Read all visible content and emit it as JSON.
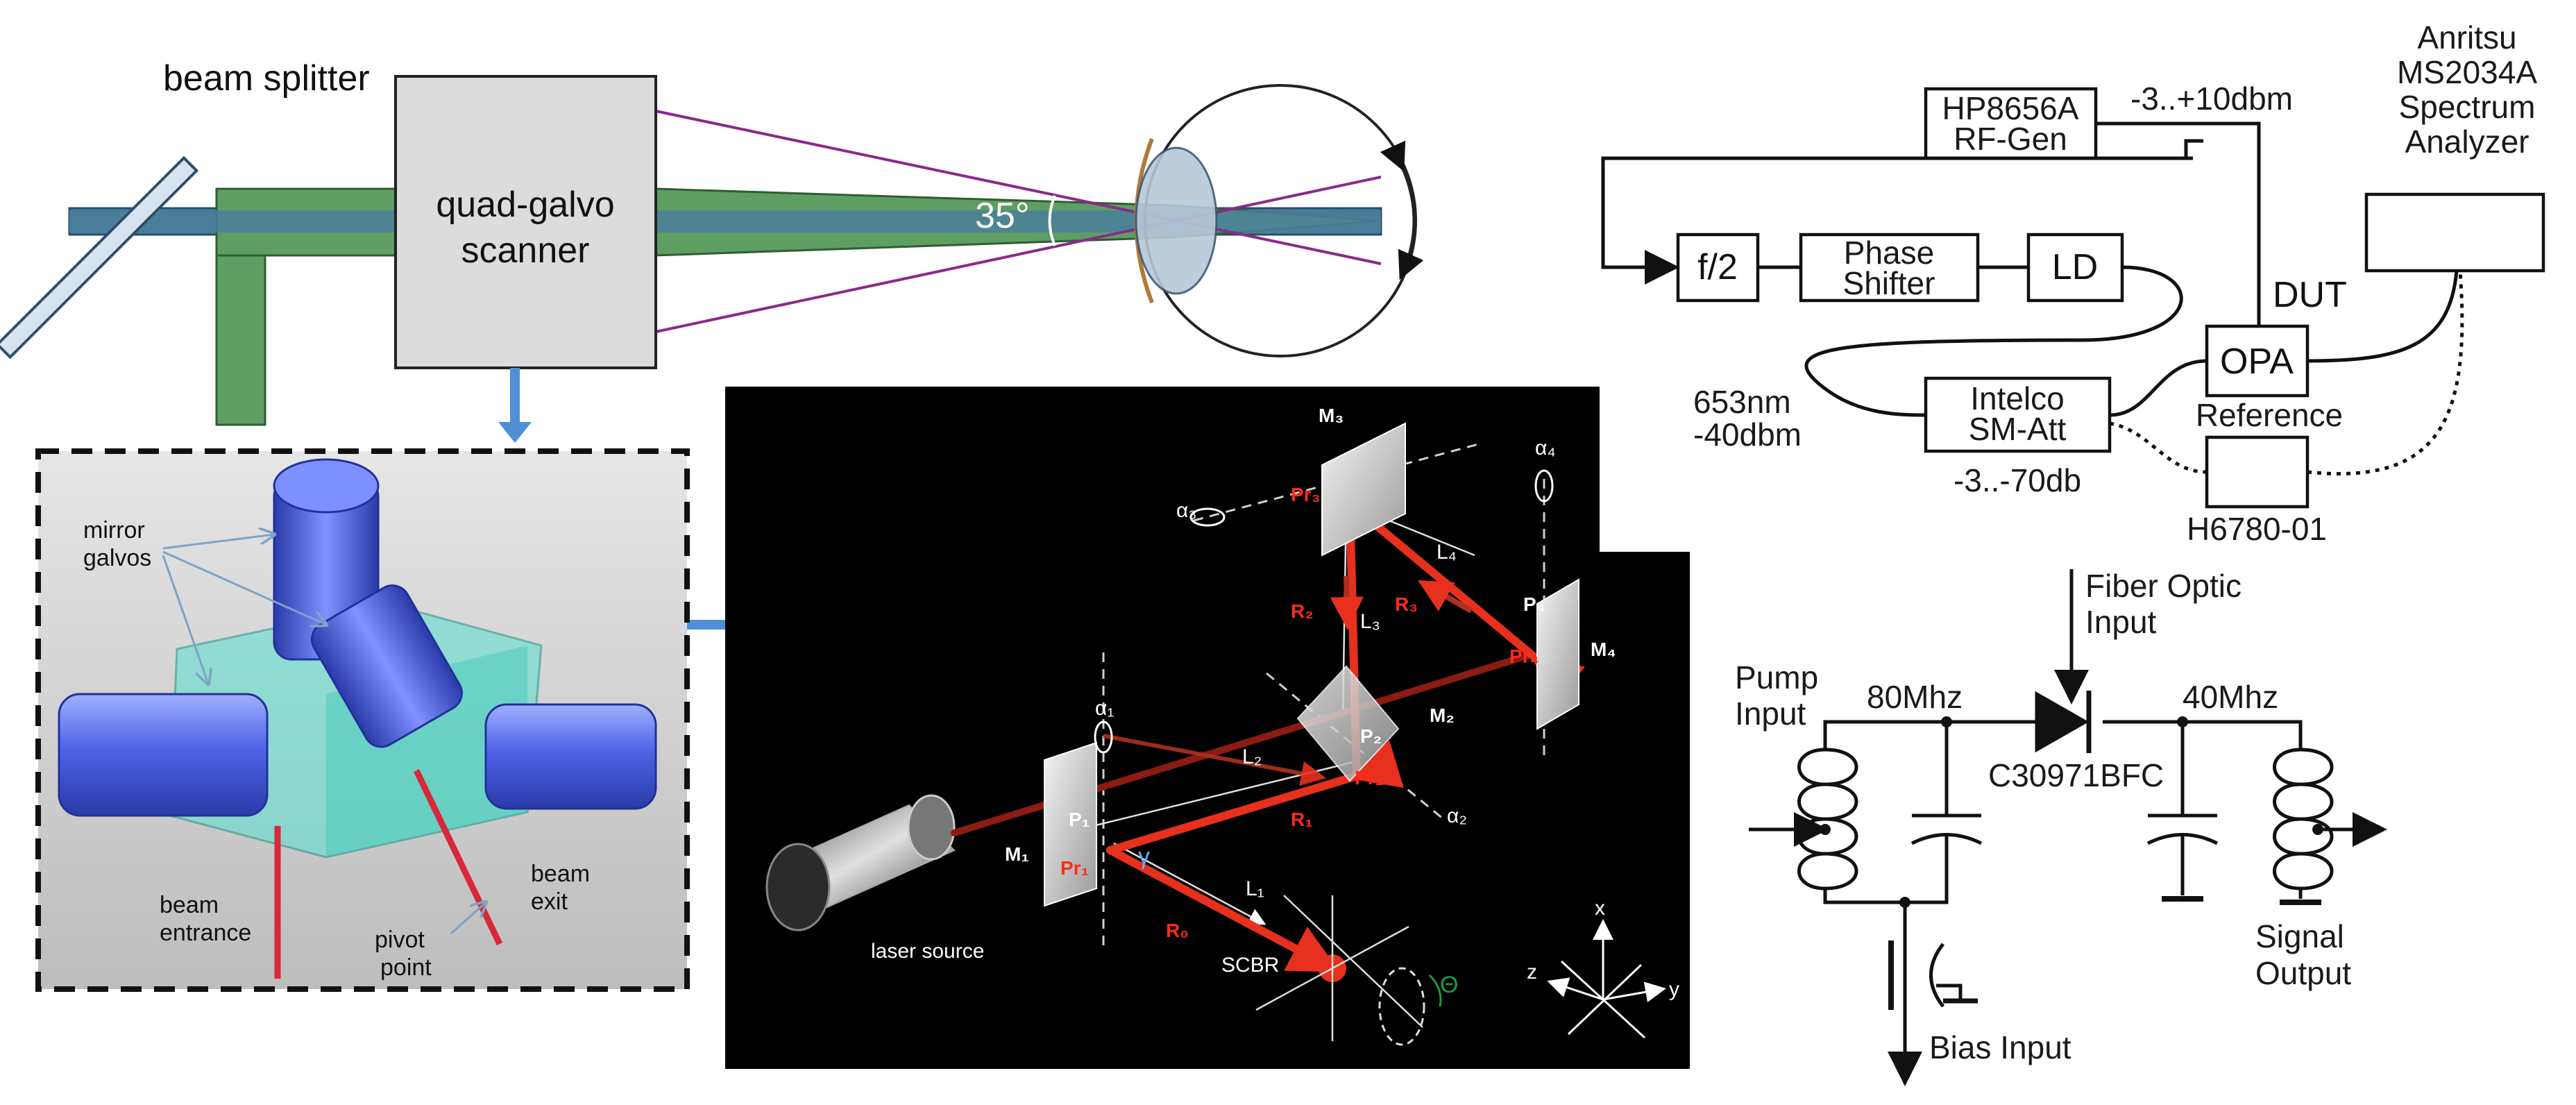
{
  "top_left": {
    "beam_splitter": "beam splitter",
    "scanner_line1": "quad-galvo",
    "scanner_line2": "scanner",
    "angle": "35°"
  },
  "inset": {
    "mirror_line1": "mirror",
    "mirror_line2": "galvos",
    "beam_entrance_1": "beam",
    "beam_entrance_2": "entrance",
    "pivot_1": "pivot",
    "pivot_2": "point",
    "beam_exit_1": "beam",
    "beam_exit_2": "exit"
  },
  "optics": {
    "laser_source": "laser source",
    "scbr": "SCBR",
    "m1": "M₁",
    "m2": "M₂",
    "m3": "M₃",
    "m4": "M₄",
    "p1": "P₁",
    "p2": "P₂",
    "p4": "P₄",
    "pr1": "Pr₁",
    "pr2": "Pr₂",
    "pr3": "Pr₃",
    "pr4": "Pr₄",
    "r0": "R₀",
    "r1": "R₁",
    "r2": "R₂",
    "r3": "R₃",
    "l1": "L₁",
    "l2": "L₂",
    "l3": "L₃",
    "l4": "L₄",
    "a1": "α₁",
    "a2": "α₂",
    "a3": "α₃",
    "a4": "α₄",
    "gamma": "γ",
    "theta": "Θ",
    "ax_x": "x",
    "ax_y": "y",
    "ax_z": "z"
  },
  "rf": {
    "hp_1": "HP8656A",
    "hp_2": "RF-Gen",
    "hp_level": "-3..+10dbm",
    "anritsu_1": "Anritsu",
    "anritsu_2": "MS2034A",
    "anritsu_3": "Spectrum",
    "anritsu_4": "Analyzer",
    "f2": "f/2",
    "phase_1": "Phase",
    "phase_2": "Shifter",
    "ld": "LD",
    "dut": "DUT",
    "opa": "OPA",
    "reference": "Reference",
    "wavelength": "653nm",
    "power": "-40dbm",
    "intelco_1": "Intelco",
    "intelco_2": "SM-Att",
    "att_range": "-3..-70db",
    "h6780": "H6780-01"
  },
  "circuit": {
    "fiber_1": "Fiber Optic",
    "fiber_2": "Input",
    "pump_1": "Pump",
    "pump_2": "Input",
    "f80": "80Mhz",
    "f40": "40Mhz",
    "diode": "C30971BFC",
    "signal_1": "Signal",
    "signal_2": "Output",
    "bias": "Bias Input"
  },
  "colors": {
    "beam_green": "#5e9e62",
    "beam_blue": "#4a7f9c",
    "laser_red": "#e8301e",
    "purple_ray": "#8a2a8a",
    "arrow_blue": "#4f8fd6",
    "scanner_gray": "#dcdcdc",
    "panel_black": "#000000"
  }
}
